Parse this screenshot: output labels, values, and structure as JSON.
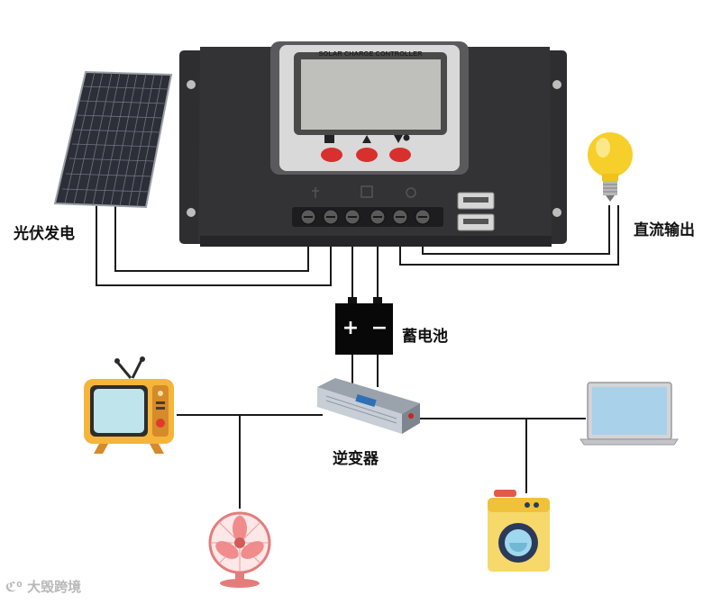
{
  "controller": {
    "lcd_title": "SOLAR CHARGE CONTROLLER",
    "buttons": [
      "menu-button",
      "up-button",
      "down-button"
    ]
  },
  "labels": {
    "solar": "光伏发电",
    "dc_output": "直流输出",
    "battery": "蓄电池",
    "inverter": "逆变器"
  },
  "battery": {
    "plus": "+",
    "minus": "−"
  },
  "watermark": "大毁跨境",
  "icons": [
    "solar-panel-icon",
    "light-bulb-icon",
    "tv-icon",
    "fan-icon",
    "washing-machine-icon",
    "laptop-icon",
    "inverter-icon"
  ]
}
